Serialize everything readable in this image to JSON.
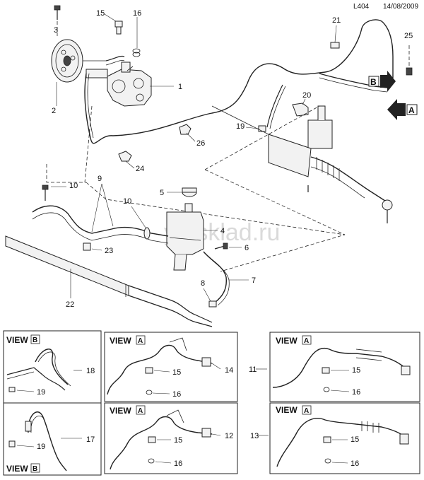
{
  "header": {
    "code": "L404",
    "date": "14/08/2009"
  },
  "watermark": "ymsklad.ru",
  "callouts": {
    "c1": "1",
    "c2": "2",
    "c3": "3",
    "c4": "4",
    "c5": "5",
    "c6": "6",
    "c7": "7",
    "c8": "8",
    "c9": "9",
    "c10a": "10",
    "c10b": "10",
    "c15": "15",
    "c16": "16",
    "c19": "19",
    "c20": "20",
    "c21": "21",
    "c22": "22",
    "c23": "23",
    "c24": "24",
    "c25": "25",
    "c26": "26"
  },
  "arrows": {
    "b": "B",
    "a": "A"
  },
  "views": [
    {
      "word": "VIEW",
      "letter": "B",
      "part": "18",
      "callouts": [
        "19"
      ]
    },
    {
      "word": "VIEW",
      "letter": "B",
      "part": "17",
      "callouts": [
        "19"
      ]
    },
    {
      "word": "VIEW",
      "letter": "A",
      "part": "14",
      "callouts": [
        "15",
        "16"
      ]
    },
    {
      "word": "VIEW",
      "letter": "A",
      "part": "12",
      "callouts": [
        "15",
        "16"
      ]
    },
    {
      "word": "VIEW",
      "letter": "A",
      "part": "11",
      "callouts": [
        "15",
        "16"
      ]
    },
    {
      "word": "VIEW",
      "letter": "A",
      "part": "13",
      "callouts": [
        "15",
        "16"
      ]
    }
  ]
}
